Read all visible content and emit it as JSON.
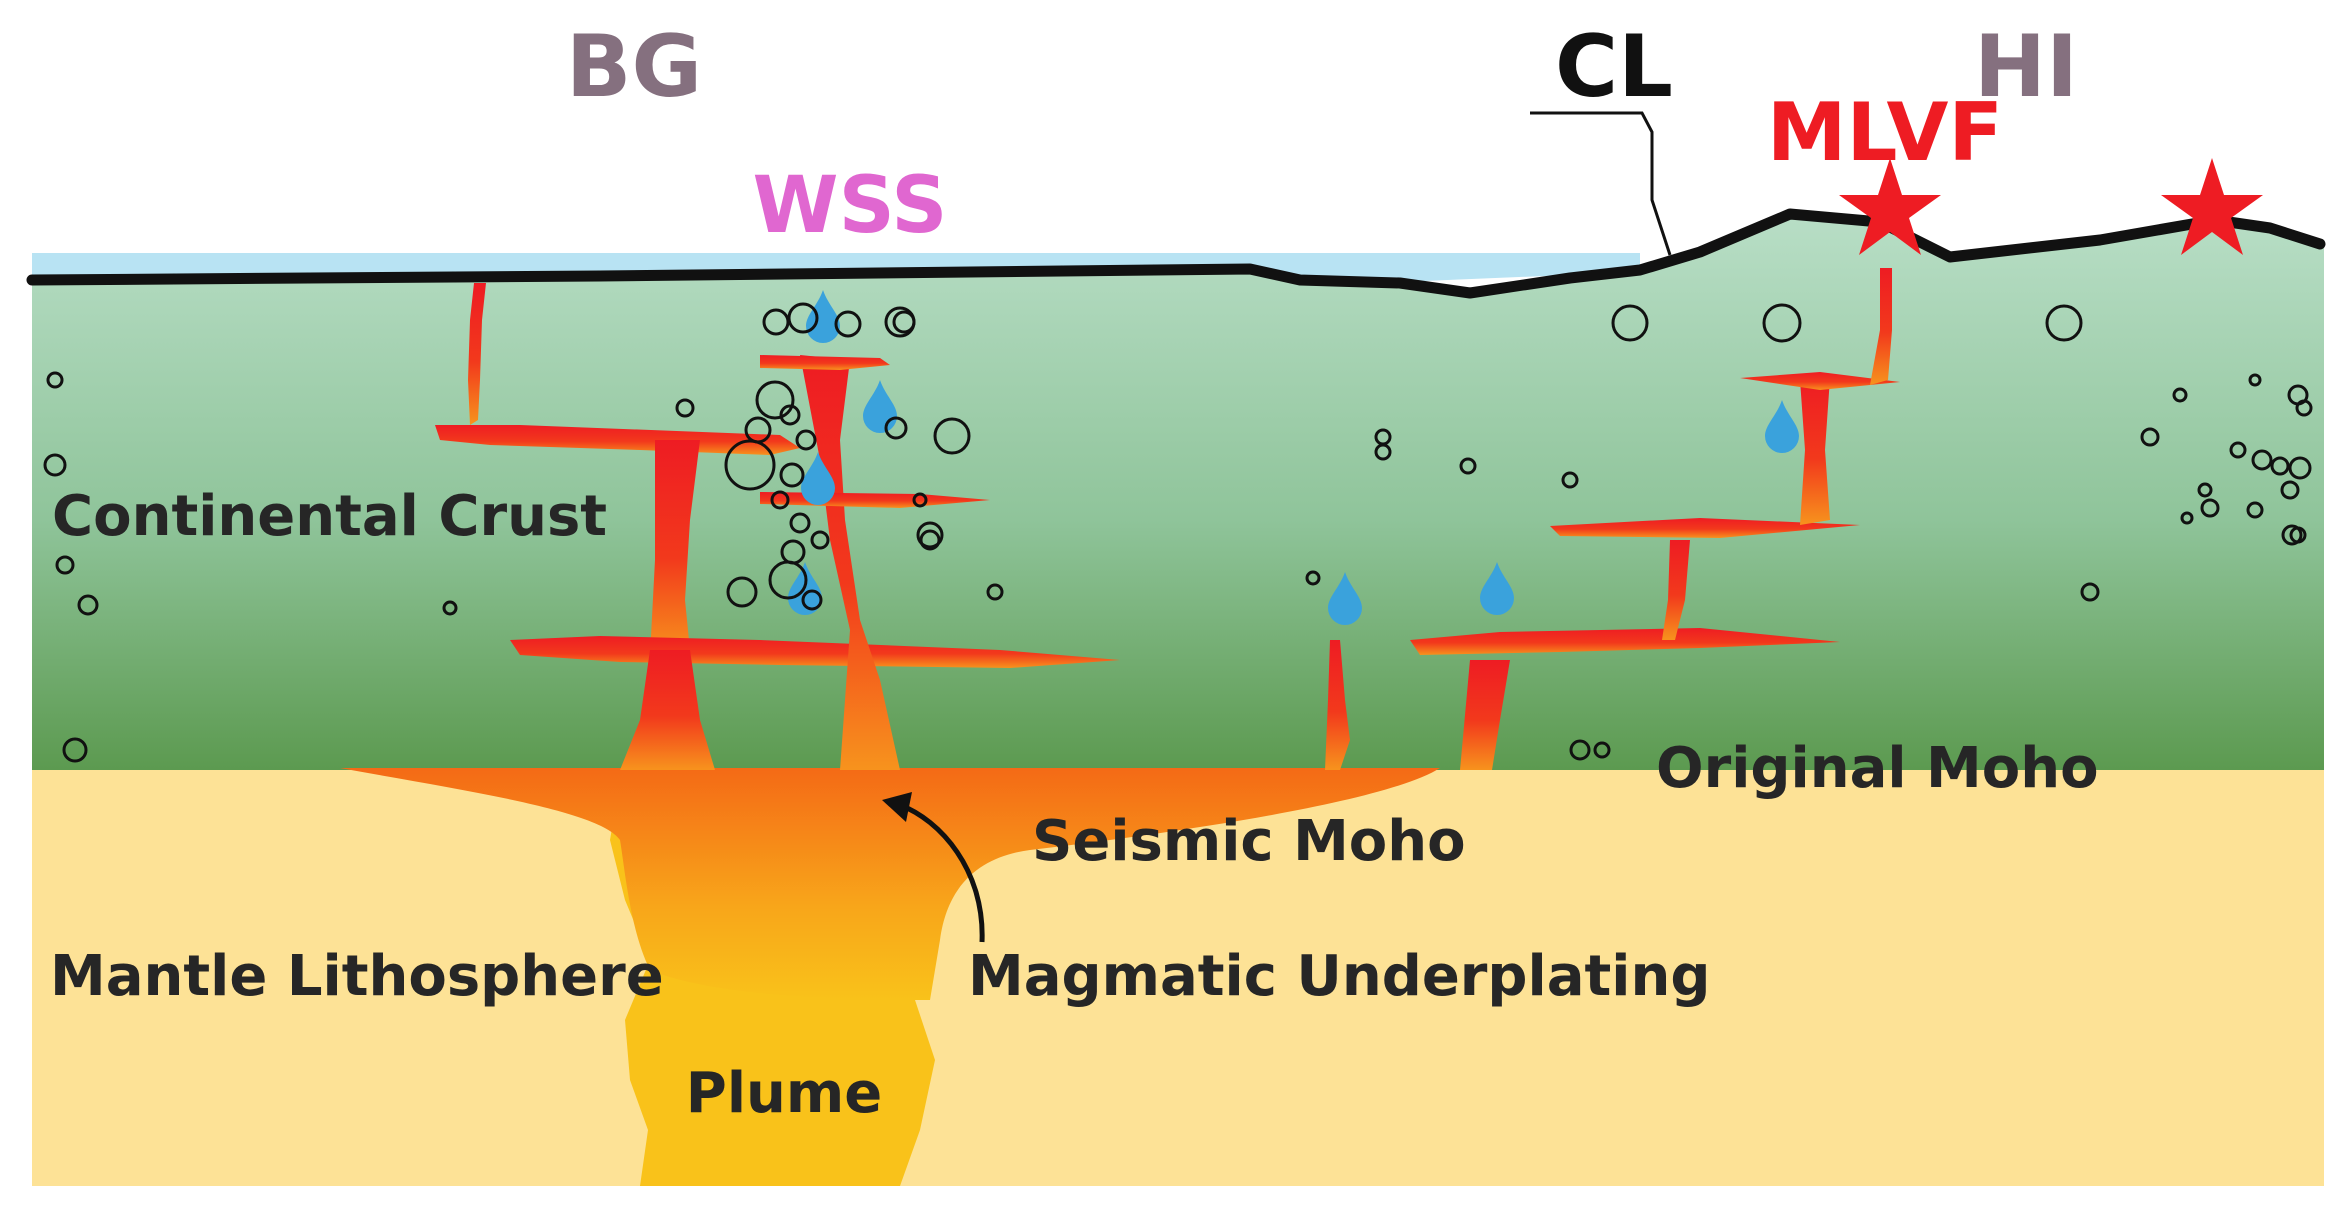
{
  "labels": {
    "bg": "BG",
    "cl": "CL",
    "hi": "HI",
    "wss": "WSS",
    "mlvf": "MLVF",
    "continental_crust": "Continental Crust",
    "original_moho": "Original Moho",
    "seismic_moho": "Seismic Moho",
    "mantle_lithosphere": "Mantle Lithosphere",
    "magmatic_underplating": "Magmatic Underplating",
    "plume": "Plume"
  },
  "colors": {
    "region_label_grey": "#85707f",
    "wss_magenta": "#e067d0",
    "mlvf_red": "#ee1c23",
    "sea": "#b8e3f3",
    "crust_top": "#b6dcc4",
    "crust_bottom": "#5e9a52",
    "mantle": "#fde296",
    "plume": "#f9c21a",
    "magma_red": "#ee1c23",
    "magma_orange": "#f7931d",
    "water_drop": "#3aa2dc"
  }
}
